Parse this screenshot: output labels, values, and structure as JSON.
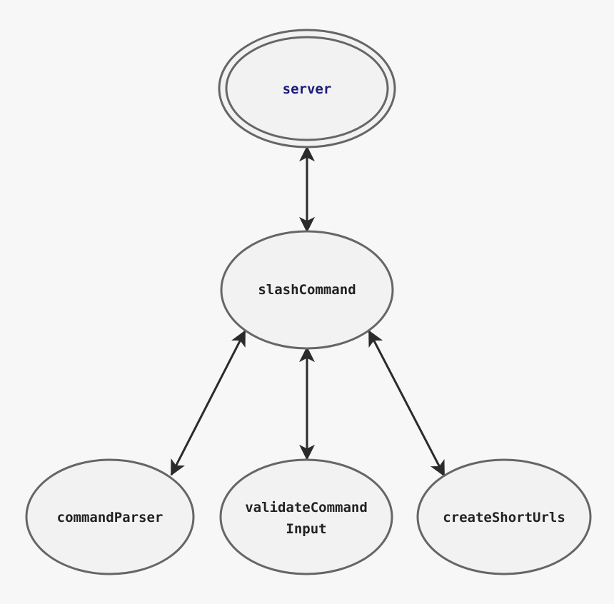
{
  "diagram": {
    "nodes": {
      "server": {
        "label": "server",
        "color": "#1a1a7a"
      },
      "slash_command": {
        "label": "slashCommand"
      },
      "command_parser": {
        "label": "commandParser"
      },
      "validate_command_input": {
        "label_line1": "validateCommand",
        "label_line2": "Input"
      },
      "create_short_urls": {
        "label": "createShortUrls"
      }
    },
    "edges": [
      {
        "from": "server",
        "to": "slashCommand",
        "direction": "both"
      },
      {
        "from": "slashCommand",
        "to": "commandParser",
        "direction": "both"
      },
      {
        "from": "slashCommand",
        "to": "validateCommandInput",
        "direction": "both"
      },
      {
        "from": "slashCommand",
        "to": "createShortUrls",
        "direction": "both"
      }
    ],
    "colors": {
      "background": "#f7f7f7",
      "node_fill": "#f2f2f2",
      "node_stroke": "#666666",
      "edge": "#2b2b2b",
      "text": "#222222"
    }
  }
}
